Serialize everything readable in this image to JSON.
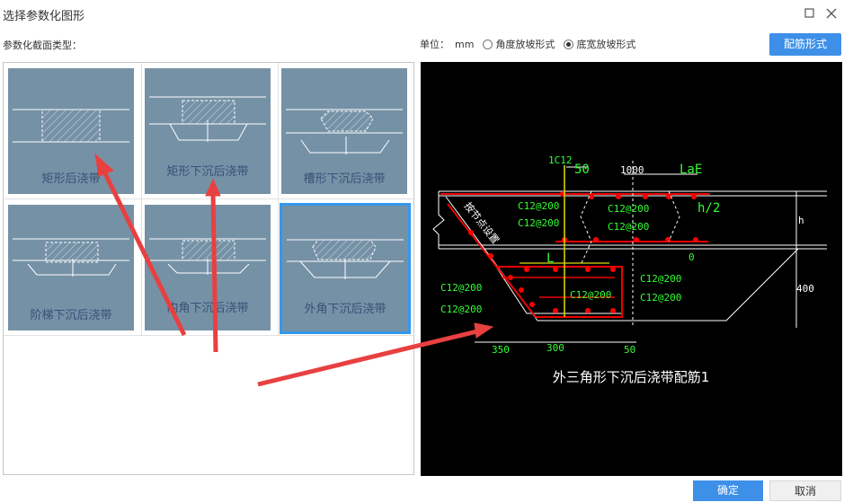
{
  "window": {
    "title": "选择参数化图形",
    "maximize_icon": "square-icon",
    "close_icon": "close-icon"
  },
  "section_label": "参数化截面类型：",
  "unit": {
    "label": "单位：",
    "value": "mm",
    "options": [
      {
        "label": "角度放坡形式",
        "selected": false
      },
      {
        "label": "底宽放坡形式",
        "selected": true
      }
    ]
  },
  "rebar_button": "配筋形式",
  "shapes": [
    {
      "label": "矩形后浇带",
      "selected": false
    },
    {
      "label": "矩形下沉后浇带",
      "selected": false
    },
    {
      "label": "槽形下沉后浇带",
      "selected": false
    },
    {
      "label": "阶梯下沉后浇带",
      "selected": false
    },
    {
      "label": "内角下沉后浇带",
      "selected": false
    },
    {
      "label": "外角下沉后浇带",
      "selected": true
    }
  ],
  "preview": {
    "caption": "外三角形下沉后浇带配筋1",
    "labels": {
      "top_bar": "1C12",
      "d50_top": "50",
      "d1000": "1000",
      "lae": "LaE",
      "h2": "h/2",
      "h": "h",
      "zero": "0",
      "d400": "400",
      "l": "L",
      "node_note": "按节点设置",
      "c1": "C12@200",
      "c2": "C12@200",
      "c3": "C12@200",
      "c4": "C12@200",
      "c5": "C12@200",
      "c6": "C12@200",
      "c7": "C12@200",
      "c8": "C12@200",
      "c9": "C12@200",
      "d350": "350",
      "d300": "300",
      "d50_bottom": "50"
    }
  },
  "buttons": {
    "ok": "确定",
    "cancel": "取消"
  }
}
